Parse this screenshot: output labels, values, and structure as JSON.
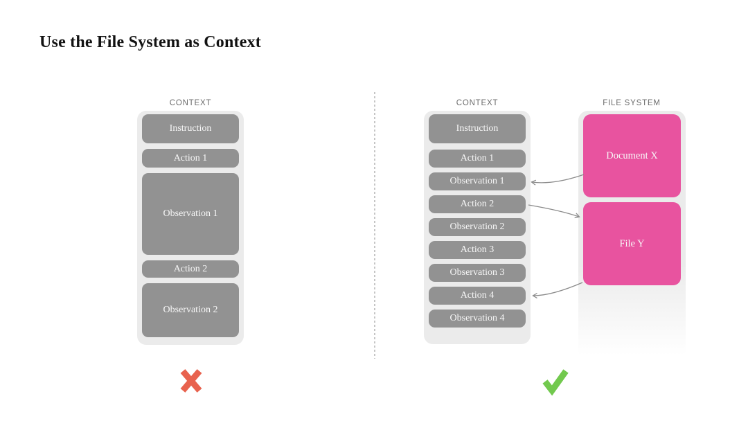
{
  "title": "Use the File System as Context",
  "left_panel": {
    "label": "CONTEXT",
    "boxes": [
      "Instruction",
      "Action 1",
      "Observation 1",
      "Action 2",
      "Observation 2"
    ],
    "verdict": "rejected"
  },
  "right_panel": {
    "context": {
      "label": "CONTEXT",
      "boxes": [
        "Instruction",
        "Action 1",
        "Observation 1",
        "Action 2",
        "Observation 2",
        "Action 3",
        "Observation 3",
        "Action 4",
        "Observation 4"
      ]
    },
    "file_system": {
      "label": "FILE SYSTEM",
      "boxes": [
        "Document X",
        "File Y"
      ]
    },
    "connections": [
      {
        "from": "Document X",
        "to": "Observation 1"
      },
      {
        "from": "Action 2",
        "to": "File Y"
      },
      {
        "from": "File Y",
        "to": "Action 4"
      }
    ],
    "verdict": "accepted"
  },
  "colors": {
    "background": "#ffffff",
    "container": "#ebebeb",
    "gray_box": "#929292",
    "pink_box": "#e8539f",
    "label_text": "#6b6b6b",
    "arrow": "#8a8a8a",
    "cross": "#e8624e",
    "check": "#72c94e"
  }
}
